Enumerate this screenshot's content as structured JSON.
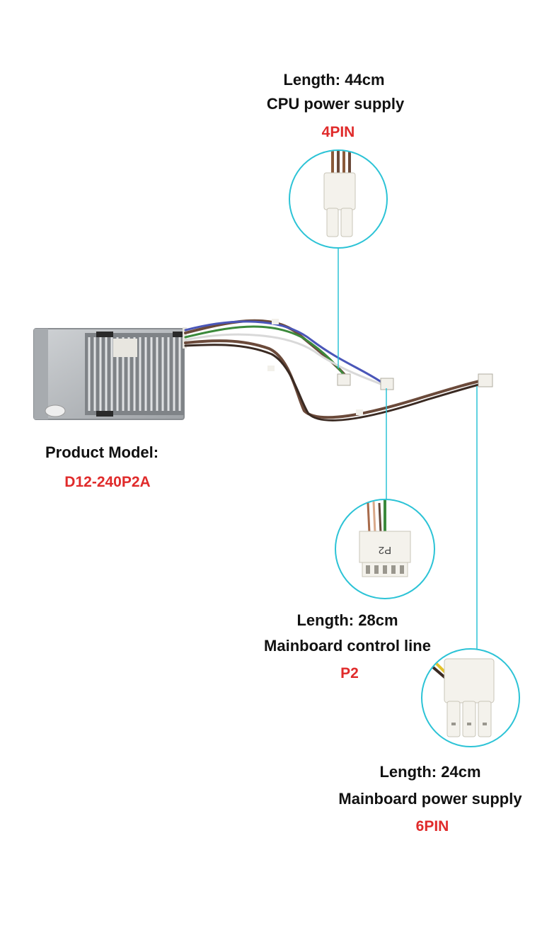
{
  "colors": {
    "callout": "#2cc3d6",
    "highlight": "#e02b2b",
    "text": "#111111",
    "wire_brown": "#6b4a3a",
    "wire_green": "#3b8a3b",
    "chassis": "#b9bcbf"
  },
  "product": {
    "model_label": "Product Model:",
    "model_value": "D12-240P2A"
  },
  "connectors": [
    {
      "length": "Length: 44cm",
      "name": "CPU power supply",
      "pin": "4PIN"
    },
    {
      "length": "Length: 28cm",
      "name": "Mainboard control line",
      "pin": "P2"
    },
    {
      "length": "Length: 24cm",
      "name": "Mainboard power supply",
      "pin": "6PIN"
    }
  ],
  "p2_connector_marking": "P2"
}
